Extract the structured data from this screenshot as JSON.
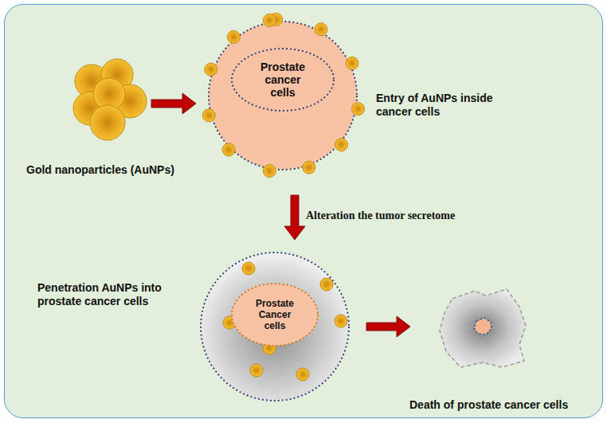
{
  "diagram": {
    "nodes": [
      {
        "text": [
          "Gold nanoparticles (AuNPs)"
        ]
      },
      {
        "text": [
          "Entry of AuNPs inside cancer cells"
        ]
      },
      {
        "text": [
          "Prostate cancer cells"
        ],
        "in": 1
      },
      {
        "text": [
          "Penetration AuNPs into prostate cancer cells"
        ]
      },
      {
        "text": [
          "Prostate Cancer cells"
        ],
        "in": 3
      },
      {
        "text": [
          "Death of prostate cancer cells"
        ]
      }
    ],
    "edges": [
      {
        "from": 0,
        "to": 1,
        "arrow": "to"
      },
      {
        "from": 1,
        "to": 3,
        "label": "Alteration the tumor secretome",
        "arrow": "to"
      },
      {
        "from": 3,
        "to": 5,
        "arrow": "to"
      }
    ]
  }
}
